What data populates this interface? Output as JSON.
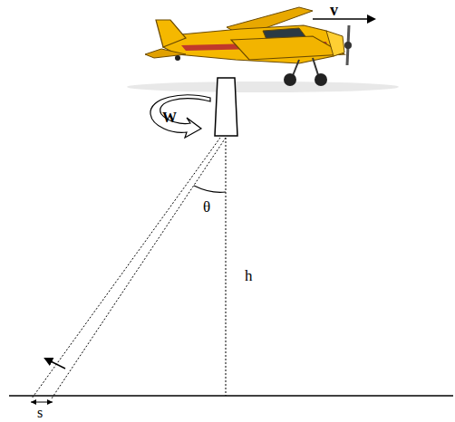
{
  "diagram": {
    "labels": [
      "v",
      "W",
      "θ",
      "h",
      "s"
    ]
  }
}
